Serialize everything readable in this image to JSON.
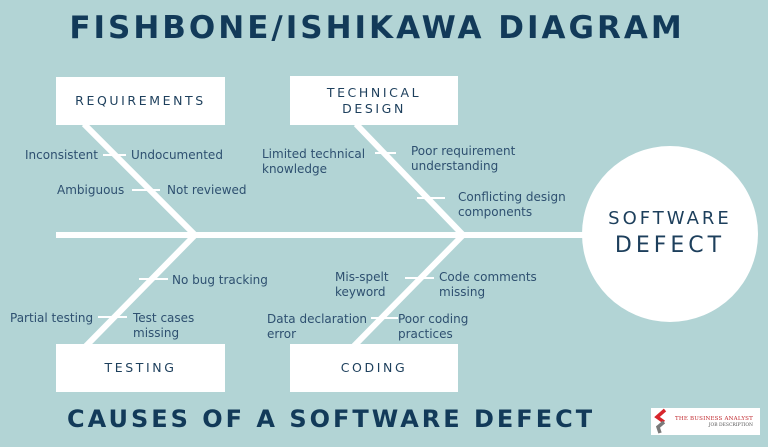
{
  "title": "FISHBONE/ISHIKAWA DIAGRAM",
  "subtitle": "CAUSES OF A SOFTWARE DEFECT",
  "colors": {
    "background": "#b2d4d5",
    "bone": "#ffffff",
    "heading": "#123a59",
    "category_text": "#1d3f5c",
    "cause_text": "#2e5070"
  },
  "effect": {
    "line1": "SOFTWARE",
    "line2": "DEFECT"
  },
  "categories": {
    "requirements": {
      "label": "REQUIREMENTS",
      "causes_left": [
        "Inconsistent",
        "Ambiguous"
      ],
      "causes_right": [
        "Undocumented",
        "Not reviewed"
      ]
    },
    "technical_design": {
      "label_line1": "TECHNICAL",
      "label_line2": "DESIGN",
      "causes": {
        "limited_1": "Limited technical",
        "limited_2": "knowledge",
        "poor_req_1": "Poor requirement",
        "poor_req_2": "understanding",
        "conflicting_1": "Conflicting design",
        "conflicting_2": "components"
      }
    },
    "testing": {
      "label": "TESTING",
      "causes": {
        "no_bug": "No bug tracking",
        "partial": "Partial testing",
        "test_cases_1": "Test cases",
        "test_cases_2": "missing"
      }
    },
    "coding": {
      "label": "CODING",
      "causes": {
        "misspelt_1": "Mis-spelt",
        "misspelt_2": "keyword",
        "comments_1": "Code comments",
        "comments_2": "missing",
        "data_decl_1": "Data declaration",
        "data_decl_2": "error",
        "poor_coding_1": "Poor coding",
        "poor_coding_2": "practices"
      }
    }
  },
  "logo": {
    "line1": "THE BUSINESS ANALYST",
    "line2": "JOB DESCRIPTION"
  }
}
